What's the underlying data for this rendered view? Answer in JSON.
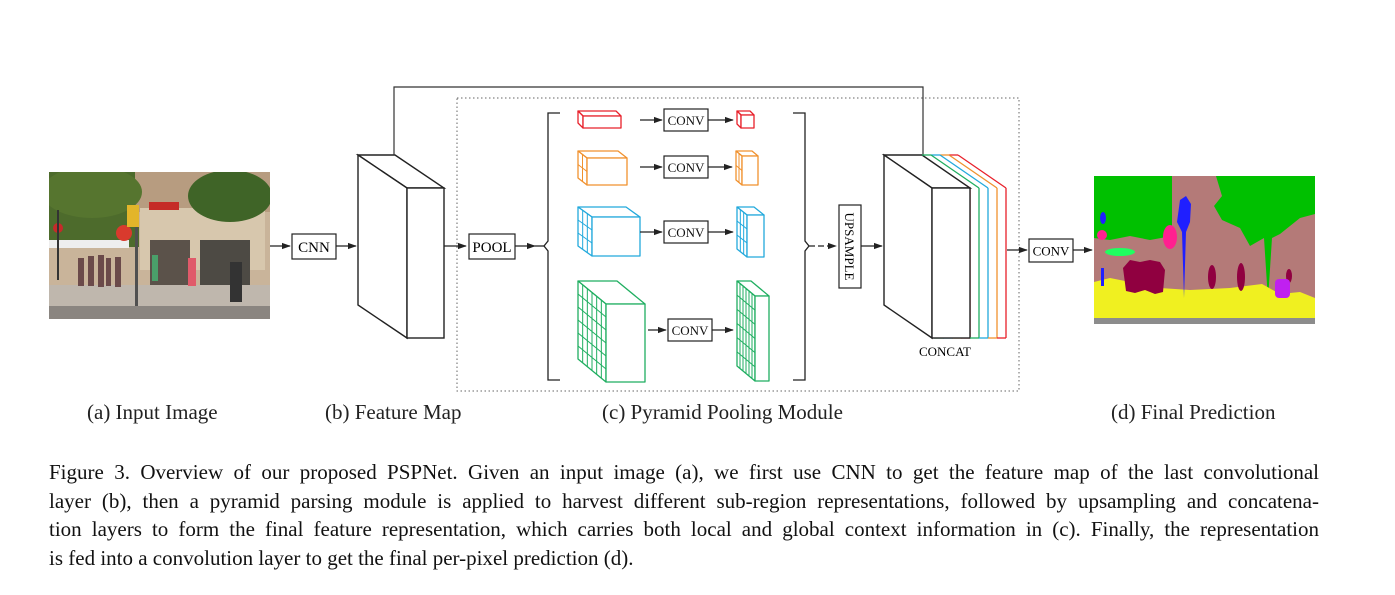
{
  "figure": {
    "boxes": {
      "cnn": "CNN",
      "pool": "POOL",
      "conv": "CONV",
      "upsample": "UPSAMPLE",
      "concat": "CONCAT",
      "final_conv": "CONV"
    },
    "pyramid_levels": [
      {
        "name": "level-1x1",
        "bins": 1,
        "color": "#e8202a"
      },
      {
        "name": "level-2x2",
        "bins": 2,
        "color": "#f0912e"
      },
      {
        "name": "level-3x3",
        "bins": 3,
        "color": "#22a9dc"
      },
      {
        "name": "level-6x6",
        "bins": 6,
        "color": "#1fae60"
      }
    ],
    "segmentation_colors": {
      "vegetation": "#00c000",
      "building": "#b47a78",
      "sidewalk": "#f0f020",
      "person": "#900040",
      "pole": "#1f1fff",
      "sign": "#ff2090",
      "car": "#20ff60",
      "bicycle": "#c020f0",
      "road": "#8c8c8c"
    },
    "sub_labels": {
      "a": "(a) Input Image",
      "b": "(b) Feature Map",
      "c": "(c) Pyramid Pooling Module",
      "d": "(d) Final Prediction"
    }
  },
  "caption": {
    "lines": [
      "Figure 3. Overview of our proposed PSPNet. Given an input image (a), we first use CNN to get the feature map of the last convolutional",
      "layer (b), then a pyramid parsing module is applied to harvest different sub-region representations, followed by upsampling and concatena-",
      "tion layers to form the final feature representation, which carries both local and global context information in (c). Finally, the representation",
      "is fed into a convolution layer to get the final per-pixel prediction (d)."
    ]
  }
}
